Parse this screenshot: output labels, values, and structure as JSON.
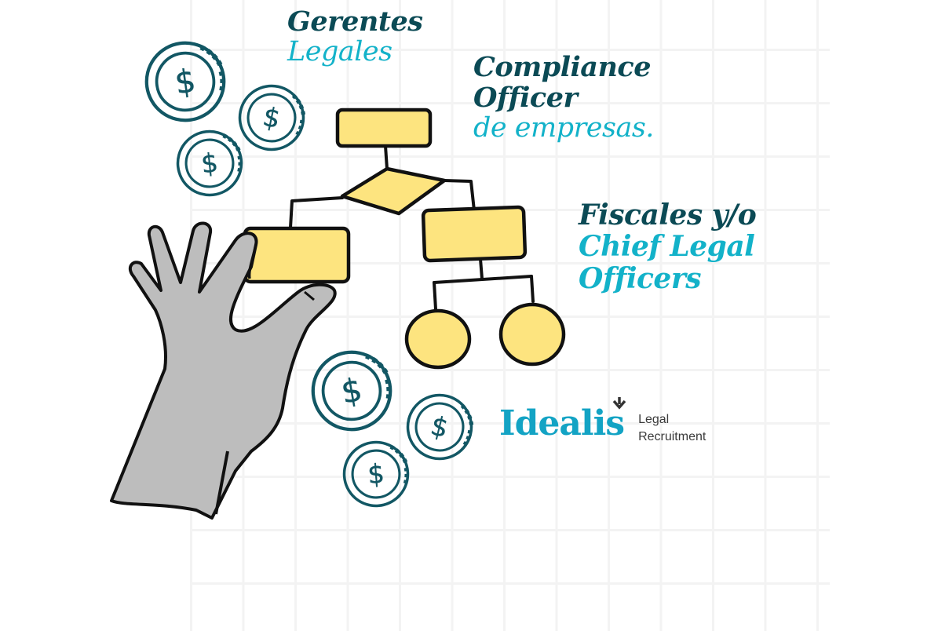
{
  "headings": {
    "gerentes": {
      "line1": "Gerentes",
      "line2": "Legales"
    },
    "compliance": {
      "line1": "Compliance",
      "line2": "Officer",
      "line3": "de empresas."
    },
    "fiscales": {
      "line1": "Fiscales y/o",
      "line2": "Chief Legal",
      "line3": "Officers"
    }
  },
  "logo": {
    "wordmark": "Idealis",
    "tagline_line1": "Legal",
    "tagline_line2": "Recruitment"
  },
  "coins": {
    "symbol": "$",
    "top_group_count": 3,
    "bottom_group_count": 3
  },
  "colors": {
    "dark_teal": "#0b4a55",
    "light_teal": "#13b2c9",
    "logo_blue": "#13a3c4",
    "box_yellow": "#fde47f",
    "hand_gray": "#bdbdbd",
    "coin_stroke": "#125764",
    "grid": "#f3f3f3"
  },
  "icons": [
    "dollar-coin-icon",
    "hand-icon",
    "org-chart-icon",
    "down-arrow-icon"
  ]
}
